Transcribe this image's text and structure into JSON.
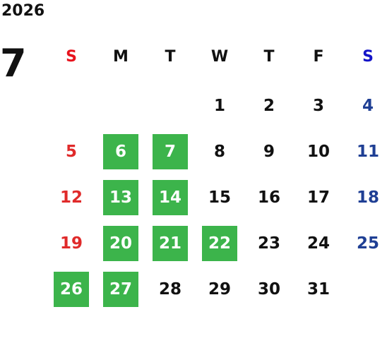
{
  "year": "2026",
  "month": "7",
  "weekdays": [
    {
      "label": "S",
      "color": "#e8141e"
    },
    {
      "label": "M",
      "color": "#111111"
    },
    {
      "label": "T",
      "color": "#111111"
    },
    {
      "label": "W",
      "color": "#111111"
    },
    {
      "label": "T",
      "color": "#111111"
    },
    {
      "label": "F",
      "color": "#111111"
    },
    {
      "label": "S",
      "color": "#1414c8"
    }
  ],
  "colors": {
    "sunday": "#e02a2a",
    "saturday": "#1f3f94",
    "weekday": "#111111",
    "highlight_bg": "#3cb44b",
    "highlight_text": "#ffffff"
  },
  "weeks": [
    [
      null,
      null,
      null,
      {
        "day": "1"
      },
      {
        "day": "2"
      },
      {
        "day": "3"
      },
      {
        "day": "4"
      }
    ],
    [
      {
        "day": "5"
      },
      {
        "day": "6",
        "highlight": true
      },
      {
        "day": "7",
        "highlight": true
      },
      {
        "day": "8"
      },
      {
        "day": "9"
      },
      {
        "day": "10"
      },
      {
        "day": "11"
      }
    ],
    [
      {
        "day": "12"
      },
      {
        "day": "13",
        "highlight": true
      },
      {
        "day": "14",
        "highlight": true
      },
      {
        "day": "15"
      },
      {
        "day": "16"
      },
      {
        "day": "17"
      },
      {
        "day": "18"
      }
    ],
    [
      {
        "day": "19"
      },
      {
        "day": "20",
        "highlight": true
      },
      {
        "day": "21",
        "highlight": true
      },
      {
        "day": "22",
        "highlight": true
      },
      {
        "day": "23"
      },
      {
        "day": "24"
      },
      {
        "day": "25"
      }
    ],
    [
      {
        "day": "26",
        "highlight": true
      },
      {
        "day": "27",
        "highlight": true
      },
      {
        "day": "28"
      },
      {
        "day": "29"
      },
      {
        "day": "30"
      },
      {
        "day": "31"
      },
      null
    ]
  ]
}
